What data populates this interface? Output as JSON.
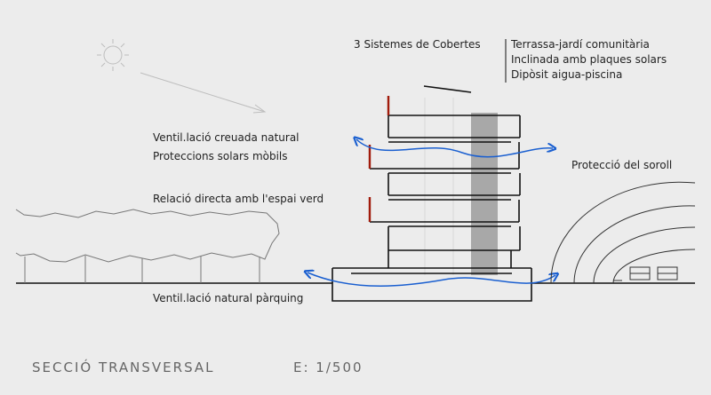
{
  "labels": {
    "roof_systems_heading": "3 Sistemes de Cobertes",
    "roof_systems": [
      "Terrassa-jardí comunitària",
      "Inclinada amb plaques solars",
      "Dipòsit aigua-piscina"
    ],
    "cross_ventilation": "Ventil.lació creuada natural",
    "solar_protection": "Proteccions solars mòbils",
    "green_space": "Relació directa amb l'espai verd",
    "noise_protection": "Protecció del soroll",
    "parking_ventilation": "Ventil.lació natural pàrquing"
  },
  "title": {
    "section": "SECCIÓ  TRANSVERSAL",
    "scale": "E:  1/500"
  },
  "colors": {
    "background": "#ececec",
    "lines": "#111111",
    "arrows": "#1a5fd0",
    "red_panels": "#a11b0c",
    "core": "#a8a8a8",
    "sun": "#bdbdbd"
  }
}
